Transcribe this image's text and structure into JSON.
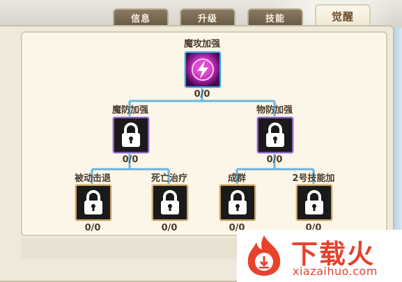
{
  "tabs": [
    {
      "label": "信息",
      "active": false
    },
    {
      "label": "升级",
      "active": false
    },
    {
      "label": "技能",
      "active": false
    },
    {
      "label": "觉醒",
      "active": true
    }
  ],
  "skills": {
    "root": {
      "name": "魔攻加强",
      "count": "0/0",
      "icon": "lightning-orb-icon",
      "locked": false
    },
    "tier1": [
      {
        "name": "魔防加强",
        "count": "0/0",
        "locked": true
      },
      {
        "name": "物防加强",
        "count": "0/0",
        "locked": true
      }
    ],
    "tier2": [
      {
        "name": "被动击退",
        "count": "0/0",
        "locked": true
      },
      {
        "name": "死亡治疗",
        "count": "0/0",
        "locked": true
      },
      {
        "name": "成群",
        "count": "0/0",
        "locked": true
      },
      {
        "name": "2号技能加",
        "count": "0/0",
        "locked": true
      }
    ]
  },
  "colors": {
    "connector": "#6bb4e0",
    "text": "#4b3a2a",
    "watermark": "#e8412c"
  },
  "watermark": {
    "title": "下载火",
    "url": "xiazaihuo.com"
  }
}
